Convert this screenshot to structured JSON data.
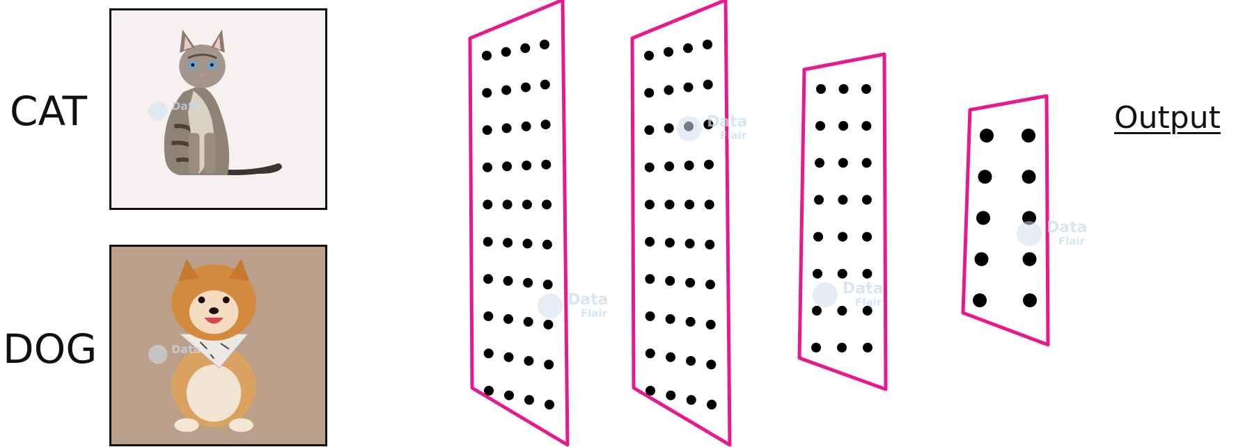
{
  "labels": {
    "cat": "CAT",
    "dog": "DOG",
    "output": "Output"
  },
  "colors": {
    "layer_outline": "#e6198f",
    "neuron": "#000000",
    "cat_background": "#f6f1f0",
    "dog_background": "#baa08a"
  },
  "images": {
    "cat": "cat-photo",
    "dog": "dog-photo"
  },
  "network": {
    "layers": [
      {
        "name": "layer-1",
        "neuron_rows": [
          4,
          4,
          4,
          4,
          4,
          4,
          4,
          4,
          4,
          4
        ]
      },
      {
        "name": "layer-2",
        "neuron_rows": [
          4,
          4,
          4,
          4,
          4,
          4,
          4,
          4,
          4,
          4
        ]
      },
      {
        "name": "layer-3",
        "neuron_rows": [
          3,
          3,
          3,
          3,
          3,
          3,
          3,
          3
        ]
      },
      {
        "name": "layer-4",
        "neuron_rows": [
          2,
          2,
          2,
          2,
          2
        ]
      }
    ]
  },
  "watermark": {
    "line1": "Data",
    "line2": "Flair"
  }
}
